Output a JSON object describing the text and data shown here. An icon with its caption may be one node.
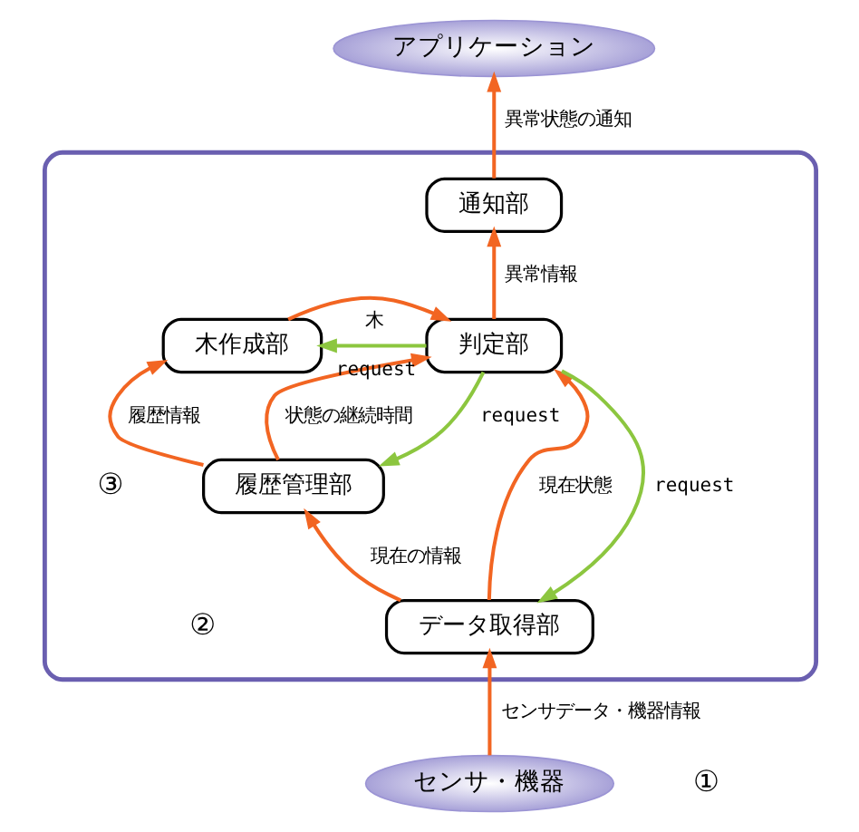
{
  "diagram": {
    "nodes": [
      {
        "text": [
          "アプリケーション"
        ]
      },
      {
        "text": [],
        "shape": "box"
      },
      {
        "text": [
          "通知部"
        ],
        "in": 1
      },
      {
        "text": [
          "木作成部"
        ],
        "in": 1
      },
      {
        "text": [
          "判定部"
        ],
        "in": 1
      },
      {
        "text": [
          "履歴管理部"
        ],
        "in": 1
      },
      {
        "text": [
          "データ取得部"
        ],
        "in": 1
      },
      {
        "text": [
          "センサ・機器"
        ]
      }
    ],
    "edges": [
      {
        "from": 7,
        "to": 6,
        "arrow": "to",
        "label": "センサデータ・機器情報"
      },
      {
        "from": 6,
        "to": 5,
        "arrow": "to",
        "label": "現在の情報"
      },
      {
        "from": 6,
        "to": 4,
        "arrow": "to",
        "label": "現在状態"
      },
      {
        "from": 4,
        "to": 6,
        "arrow": "to",
        "label": "request",
        "color": "#8cc63f"
      },
      {
        "from": 5,
        "to": 3,
        "arrow": "to",
        "label": "履歴情報"
      },
      {
        "from": 5,
        "to": 4,
        "arrow": "to",
        "label": "状態の継続時間"
      },
      {
        "from": 4,
        "to": 5,
        "arrow": "to",
        "label": "request",
        "color": "#8cc63f"
      },
      {
        "from": 3,
        "to": 4,
        "arrow": "to",
        "label": "木"
      },
      {
        "from": 4,
        "to": 3,
        "arrow": "to",
        "label": "request",
        "color": "#8cc63f"
      },
      {
        "from": 4,
        "to": 2,
        "arrow": "to",
        "label": "異常情報"
      },
      {
        "from": 2,
        "to": 0,
        "arrow": "to",
        "label": "異常状態の通知"
      }
    ],
    "labels": [
      "③",
      "②",
      "①"
    ]
  }
}
